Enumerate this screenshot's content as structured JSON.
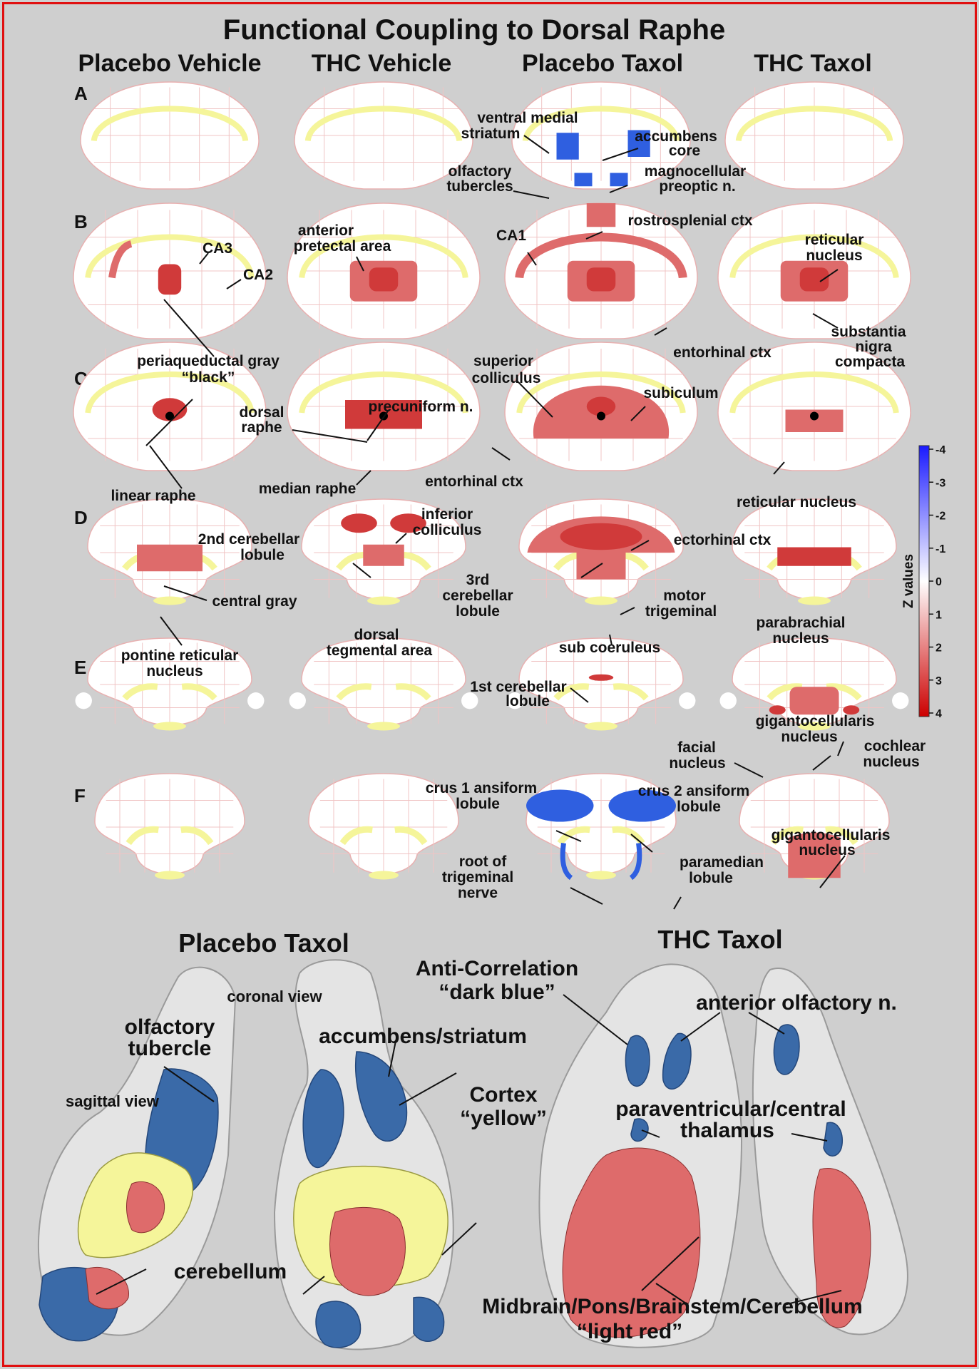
{
  "figure": {
    "title": "Functional Coupling to Dorsal Raphe",
    "columns": [
      "Placebo Vehicle",
      "THC Vehicle",
      "Placebo Taxol",
      "THC Taxol"
    ],
    "rows": [
      "A",
      "B",
      "C",
      "D",
      "E",
      "F"
    ]
  },
  "labels": {
    "A": [
      "ventral medial",
      "striatum",
      "accumbens",
      "core",
      "olfactory",
      "tubercles",
      "magnocellular",
      "preoptic n."
    ],
    "B": [
      "CA3",
      "CA2",
      "anterior",
      "pretectal area",
      "CA1",
      "rostrosplenial ctx",
      "reticular",
      "nucleus",
      "substantia",
      "nigra",
      "compacta",
      "entorhinal ctx",
      "periaqueductal gray",
      "“black”"
    ],
    "C": [
      "superior",
      "colliculus",
      "subiculum",
      "dorsal",
      "raphe",
      "precuniform n.",
      "linear raphe",
      "median raphe",
      "entorhinal ctx",
      "reticular nucleus"
    ],
    "D": [
      "inferior",
      "colliculus",
      "2nd cerebellar",
      "lobule",
      "ectorhinal ctx",
      "central gray",
      "3rd",
      "cerebellar",
      "lobule",
      "motor",
      "trigeminal",
      "parabrachial",
      "nucleus",
      "pontine reticular",
      "nucleus",
      "dorsal",
      "tegmental area",
      "sub coeruleus"
    ],
    "E": [
      "1st cerebellar",
      "lobule",
      "gigantocellularis",
      "nucleus",
      "facial",
      "nucleus",
      "cochlear",
      "nucleus"
    ],
    "F": [
      "crus 1 ansiform",
      "lobule",
      "crus 2 ansiform",
      "lobule",
      "gigantocellularis",
      "nucleus",
      "root of",
      "trigeminal",
      "nerve",
      "paramedian",
      "lobule"
    ]
  },
  "colorbar": {
    "title": "Z values",
    "ticks": [
      "-4",
      "-3",
      "-2",
      "-1",
      "0",
      "1",
      "2",
      "3",
      "4"
    ],
    "colors": {
      "negative_end": "#1a1aff",
      "zero": "#ffffff",
      "positive_end": "#cc0000"
    }
  },
  "bottom": {
    "left_title": "Placebo Taxol",
    "right_title": "THC Taxol",
    "labels": [
      "sagittal view",
      "coronal view",
      "olfactory",
      "tubercle",
      "accumbens/striatum",
      "Cortex",
      "“yellow”",
      "cerebellum",
      "Anti-Correlation",
      "“dark blue”",
      "anterior olfactory n.",
      "paraventricular/central",
      "thalamus",
      "Midbrain/Pons/Brainstem/Cerebellum",
      "“light red”"
    ]
  },
  "colors": {
    "red": "#d03a3a",
    "light_red": "#de6b6b",
    "blue": "#2f5fe0",
    "dark_blue": "#3a6aa8",
    "yellow": "#f5f59a",
    "frame": "#e01010"
  }
}
